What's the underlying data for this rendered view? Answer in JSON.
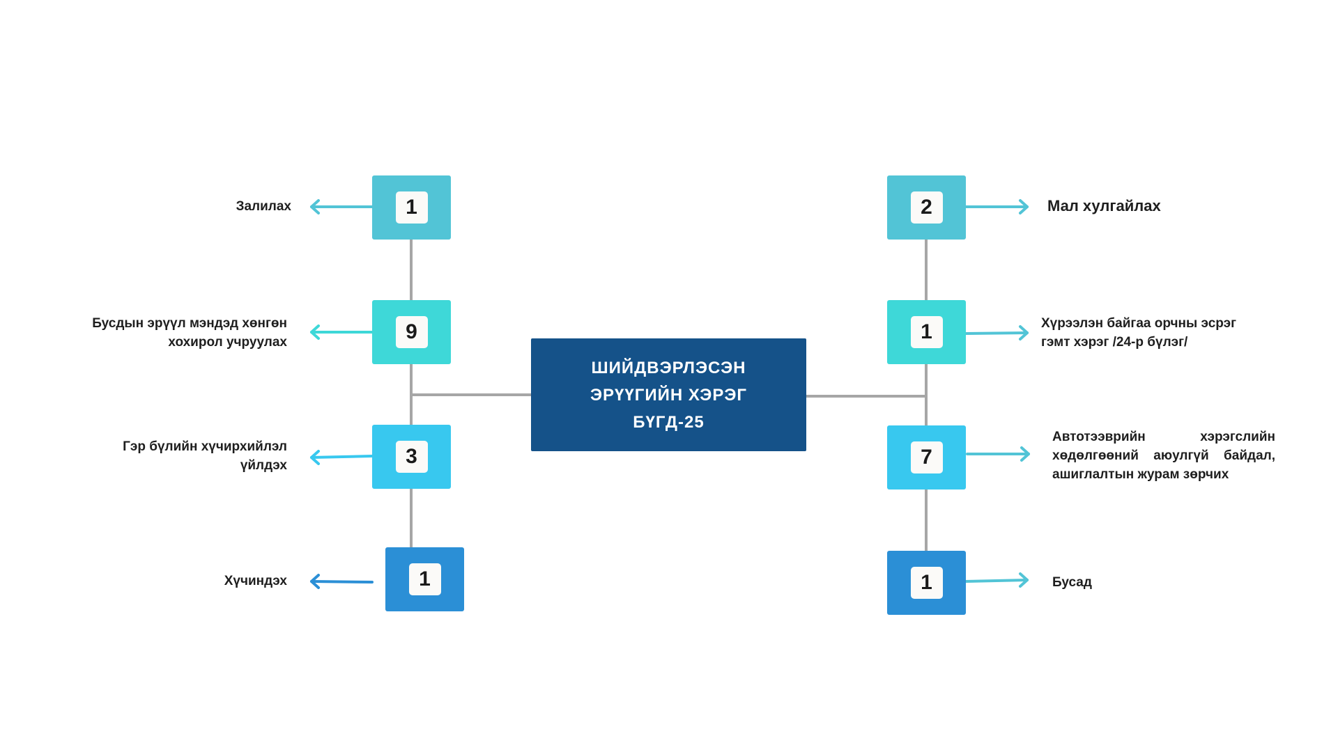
{
  "center": {
    "line1": "ШИЙДВЭРЛЭСЭН",
    "line2": "ЭРҮҮГИЙН ХЭРЭГ",
    "line3": "БҮГД-25"
  },
  "colors": {
    "center": "#155289",
    "tier1": "#52c4d6",
    "tier2": "#3ed8d8",
    "tier3": "#38c8ef",
    "tier4": "#2b8fd6",
    "connector": "#a6a6a6"
  },
  "left": [
    {
      "count": "1",
      "label_lines": [
        "Залилах"
      ]
    },
    {
      "count": "9",
      "label_lines": [
        "Бусдын эрүүл мэндэд хөнгөн",
        "хохирол учруулах"
      ]
    },
    {
      "count": "3",
      "label_lines": [
        "Гэр бүлийн хүчирхийлэл",
        "үйлдэх"
      ]
    },
    {
      "count": "1",
      "label_lines": [
        "Хүчиндэх"
      ]
    }
  ],
  "right": [
    {
      "count": "2",
      "label_lines": [
        "Мал хулгайлах"
      ]
    },
    {
      "count": "1",
      "label_lines": [
        "Хүрээлэн байгаа орчны эсрэг",
        "гэмт хэрэг /24-р бүлэг/"
      ]
    },
    {
      "count": "7",
      "label_lines": [
        "Автотээврийн хэрэгслийн",
        "хөдөлгөөний аюулгүй байдал,",
        "ашиглалтын журам зөрчих"
      ]
    },
    {
      "count": "1",
      "label_lines": [
        "Бусад"
      ]
    }
  ]
}
